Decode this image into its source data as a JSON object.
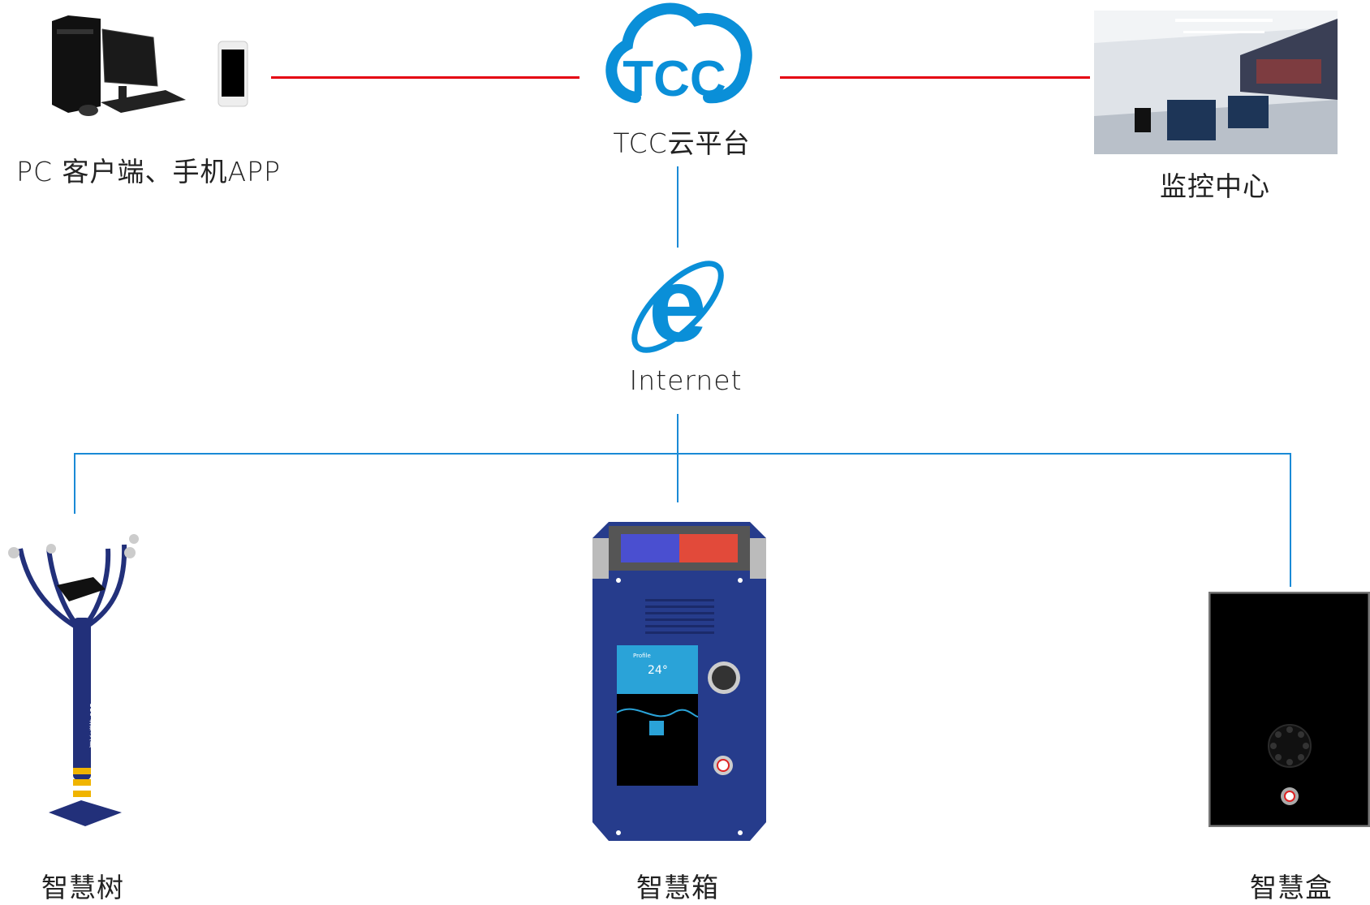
{
  "nodes": {
    "pc_client": {
      "label": "PC 客户端、手机APP"
    },
    "cloud": {
      "label": "TCC云平台",
      "logo_text": "TCC"
    },
    "monitor_center": {
      "label": "监控中心"
    },
    "internet": {
      "label": "Internet"
    },
    "smart_tree": {
      "label": "智慧树",
      "device_text": "110 报警求助"
    },
    "smart_box": {
      "label": "智慧箱",
      "screen_temp": "24°",
      "screen_title": "Profile"
    },
    "smart_case": {
      "label": "智慧盒"
    }
  },
  "colors": {
    "red_link": "#e50012",
    "blue_link": "#1a8ad6",
    "brand_blue": "#0a8fd8",
    "device_blue": "#263c8c"
  }
}
